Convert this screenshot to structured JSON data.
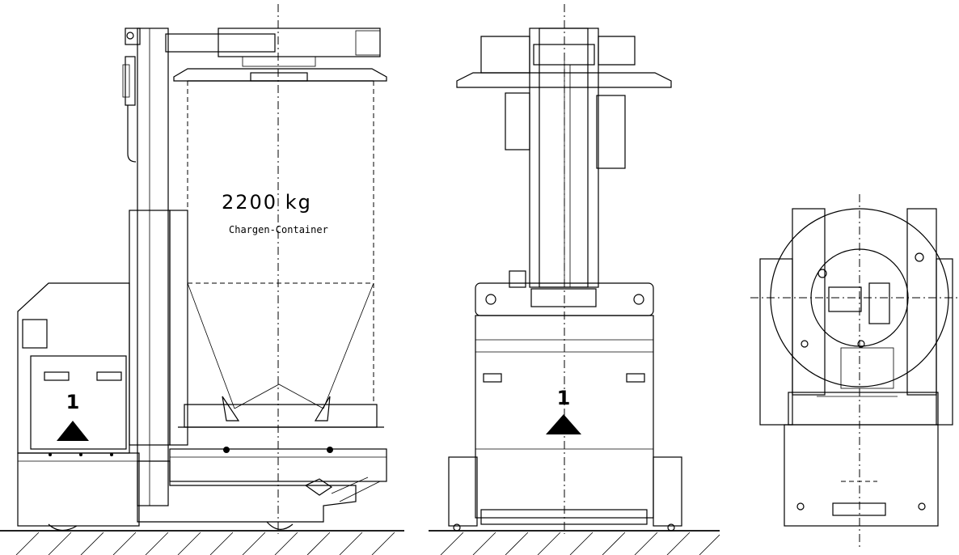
{
  "labels": {
    "load_weight": "2200 kg",
    "container_name": "Chargen-Container",
    "truck_number_side": "1",
    "truck_number_front": "1"
  }
}
